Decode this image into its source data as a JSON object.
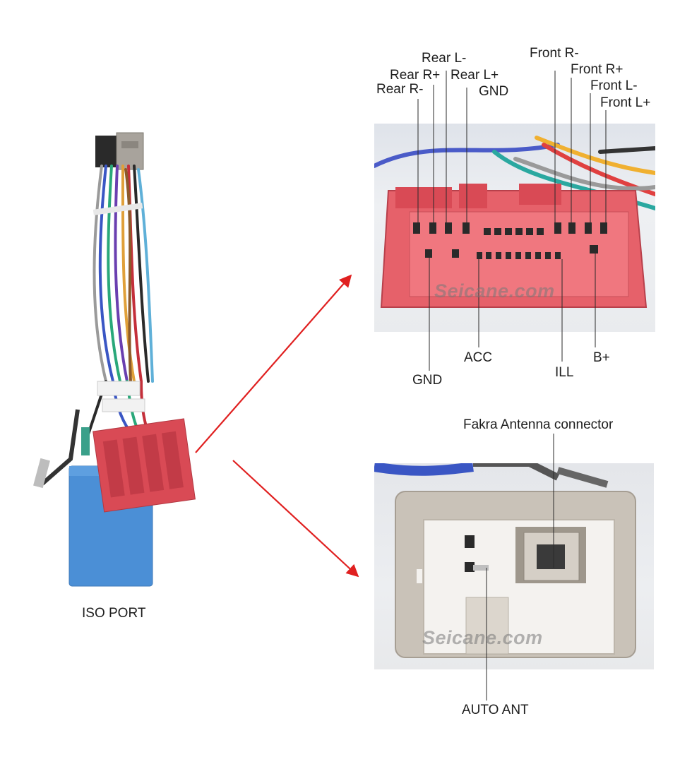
{
  "left": {
    "caption": "ISO PORT"
  },
  "top_connector": {
    "watermark": "Seicane.com",
    "top_labels": [
      "Rear L-",
      "Rear R+",
      "Rear L+",
      "Rear R-",
      "GND",
      "Front R-",
      "Front R+",
      "Front L-",
      "Front L+"
    ],
    "bottom_labels": [
      "GND",
      "ACC",
      "ILL",
      "B+"
    ]
  },
  "bottom_connector": {
    "watermark": "Seicane.com",
    "top_label": "Fakra  Antenna connector",
    "bottom_label": "AUTO ANT"
  },
  "colors": {
    "arrow": "#e02020",
    "connector_red": "#d94a55",
    "connector_grey": "#c9c2b8",
    "box_blue": "#4b8fd6"
  }
}
